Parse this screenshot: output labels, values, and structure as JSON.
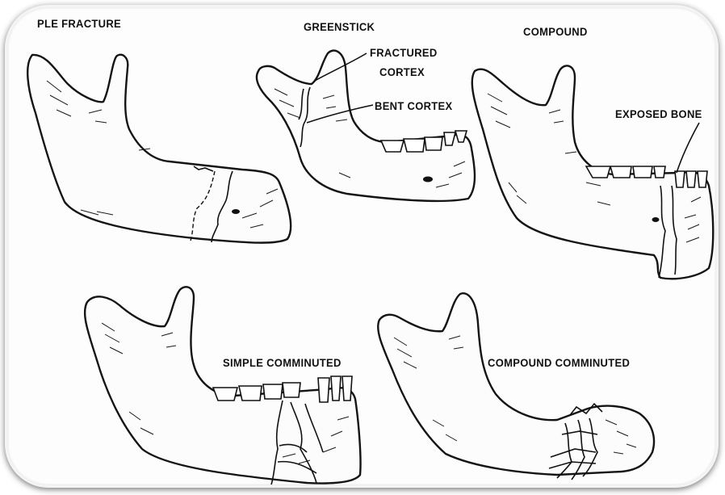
{
  "labels": {
    "simple_fracture": "PLE FRACTURE",
    "greenstick": "GREENSTICK",
    "compound": "COMPOUND",
    "fractured_cortex_line1": "FRACTURED",
    "fractured_cortex_line2": "CORTEX",
    "bent_cortex": "BENT CORTEX",
    "exposed_bone": "EXPOSED BONE",
    "simple_comminuted": "SIMPLE COMMINUTED",
    "compound_comminuted": "COMPOUND COMMINUTED"
  },
  "colors": {
    "ink": "#111111",
    "paper": "#fcfcfc",
    "frame_border": "#f4f4f4"
  }
}
